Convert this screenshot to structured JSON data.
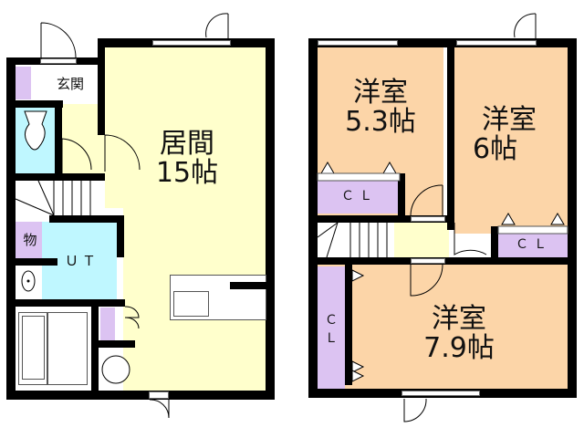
{
  "floor_plan": {
    "colors": {
      "living": "#ffffcc",
      "bedroom": "#fcd5a8",
      "wet_area": "#bff7ff",
      "storage": "#dcc3f2",
      "wall": "#000000",
      "background": "#ffffff"
    },
    "floor1": {
      "rooms": {
        "living": {
          "name": "居間",
          "size": "15帖"
        },
        "entrance": {
          "name": "玄関"
        },
        "utility": {
          "name": "ＵＴ"
        },
        "storage": {
          "name": "物"
        }
      }
    },
    "floor2": {
      "rooms": {
        "bedroom1": {
          "name": "洋室",
          "size": "5.3帖"
        },
        "bedroom2": {
          "name": "洋室",
          "size": "6帖"
        },
        "bedroom3": {
          "name": "洋室",
          "size": "7.9帖"
        },
        "closet1": {
          "name": "ＣＬ"
        },
        "closet2": {
          "name": "ＣＬ"
        },
        "closet3": {
          "name": "Ｃ\nＬ"
        }
      }
    }
  }
}
